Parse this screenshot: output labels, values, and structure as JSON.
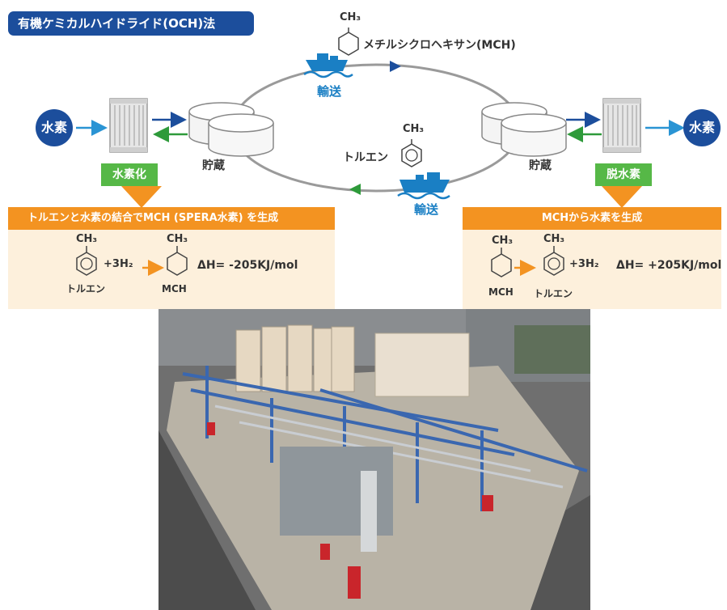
{
  "title": "有機ケミカルハイドライド(OCH)法",
  "hydrogen_left": "水素",
  "hydrogen_right": "水素",
  "hydrogenation_label": "水素化",
  "dehydrogenation_label": "脱水素",
  "storage_left": "貯蔵",
  "storage_right": "貯蔵",
  "transport_top": "輸送",
  "transport_bottom": "輸送",
  "mch_top_formula": "CH₃",
  "mch_top_name": "メチルシクロヘキサン(MCH)",
  "toluene_mid_formula": "CH₃",
  "toluene_mid_name": "トルエン",
  "left_reaction": {
    "header": "トルエンと水素の結合でMCH (SPERA水素) を生成",
    "reactant_formula": "CH₃",
    "reactant_name": "トルエン",
    "plus": "+3H₂",
    "product_formula": "CH₃",
    "product_name": "MCH",
    "enthalpy": "ΔH= -205KJ/mol"
  },
  "right_reaction": {
    "header": "MCHから水素を生成",
    "reactant_formula": "CH₃",
    "reactant_name": "MCH",
    "product_formula": "CH₃",
    "product_name": "トルエン",
    "plus": "+3H₂",
    "enthalpy": "ΔH= +205KJ/mol"
  },
  "colors": {
    "navy": "#1c4e9c",
    "green": "#56b847",
    "orange": "#f39321",
    "panel": "#fdf0dc",
    "cycle_line": "#999999",
    "transport_blue": "#1a7fc4"
  },
  "photo": "aerial view of hydrogen plant"
}
